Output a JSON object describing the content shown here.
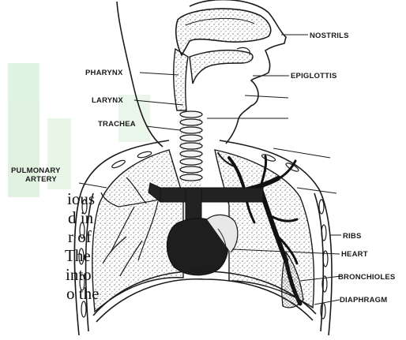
{
  "labels": {
    "nostrils": "NOSTRILS",
    "pharynx": "PHARYNX",
    "epiglottis": "EPIGLOTTIS",
    "larynx": "LARYNX",
    "trachea": "TRACHEA",
    "pulmonary_artery_line1": "PULMONARY",
    "pulmonary_artery_line2": "ARTERY",
    "ribs": "RIBS",
    "heart": "HEART",
    "bronchioles": "BRONCHIOLES",
    "diaphragm": "DIAPHRAGM"
  },
  "background_text": {
    "fragments": [
      "ious",
      "d in",
      "r of",
      "The",
      "into",
      "o the"
    ]
  },
  "colors": {
    "ink": "#1a1a1a",
    "paper": "#ffffff",
    "watermark": "#c9e9c9"
  }
}
